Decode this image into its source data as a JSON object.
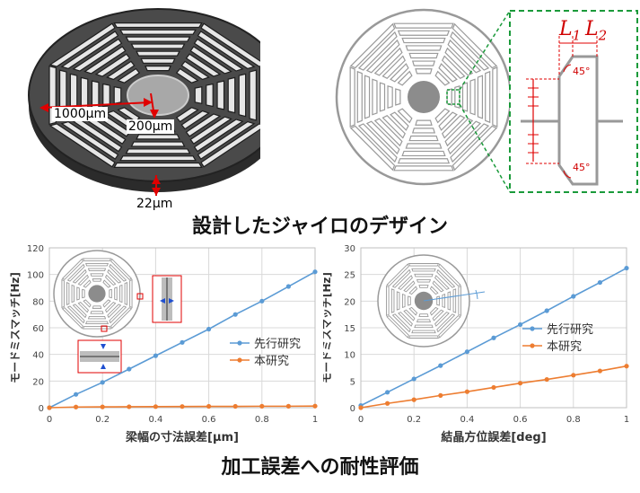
{
  "top": {
    "caption": "設計したジャイロのデザイン",
    "dim_outer": "1000μm",
    "dim_center": "200μm",
    "dim_thickness": "22μm",
    "inset": {
      "L1": "L",
      "L1_sub": "1",
      "L2": "L",
      "L2_sub": "2",
      "angle_top": "45°",
      "angle_bottom": "45°"
    }
  },
  "bottom": {
    "caption": "加工誤差への耐性評価"
  },
  "colors": {
    "series_prior": "#5B9BD5",
    "series_this": "#ED7D31",
    "dim_red": "#E00000",
    "inset_green": "#1A9A3A"
  },
  "chart_data": [
    {
      "type": "line",
      "xlabel": "梁幅の寸法誤差[μm]",
      "ylabel": "モードミスマッチ[Hz]",
      "xlim": [
        0,
        1
      ],
      "ylim": [
        0,
        120
      ],
      "xticks": [
        "0",
        "0.2",
        "0.4",
        "0.6",
        "0.8",
        "1"
      ],
      "yticks": [
        "0",
        "20",
        "40",
        "60",
        "80",
        "100",
        "120"
      ],
      "grid": true,
      "legend": "right-middle",
      "x": [
        0,
        0.1,
        0.2,
        0.3,
        0.4,
        0.5,
        0.6,
        0.7,
        0.8,
        0.9,
        1.0
      ],
      "series": [
        {
          "name": "先行研究",
          "values": [
            0,
            10,
            19,
            29,
            39,
            49,
            59,
            70,
            80,
            91,
            102
          ]
        },
        {
          "name": "本研究",
          "values": [
            0,
            0.5,
            0.6,
            0.7,
            0.8,
            0.9,
            1.0,
            1.0,
            1.1,
            1.1,
            1.2
          ]
        }
      ]
    },
    {
      "type": "line",
      "xlabel": "結晶方位誤差[deg]",
      "ylabel": "モードミスマッチ[Hz]",
      "xlim": [
        0,
        1
      ],
      "ylim": [
        0,
        30
      ],
      "xticks": [
        "0",
        "0.2",
        "0.4",
        "0.6",
        "0.8",
        "1"
      ],
      "yticks": [
        "0",
        "5",
        "10",
        "15",
        "20",
        "25",
        "30"
      ],
      "grid": true,
      "legend": "right-middle",
      "x": [
        0,
        0.1,
        0.2,
        0.3,
        0.4,
        0.5,
        0.6,
        0.7,
        0.8,
        0.9,
        1.0
      ],
      "series": [
        {
          "name": "先行研究",
          "values": [
            0.4,
            2.9,
            5.4,
            7.9,
            10.5,
            13.1,
            15.6,
            18.2,
            20.9,
            23.5,
            26.2
          ]
        },
        {
          "name": "本研究",
          "values": [
            0,
            0.8,
            1.5,
            2.3,
            3.0,
            3.8,
            4.6,
            5.3,
            6.1,
            6.9,
            7.8
          ]
        }
      ]
    }
  ]
}
